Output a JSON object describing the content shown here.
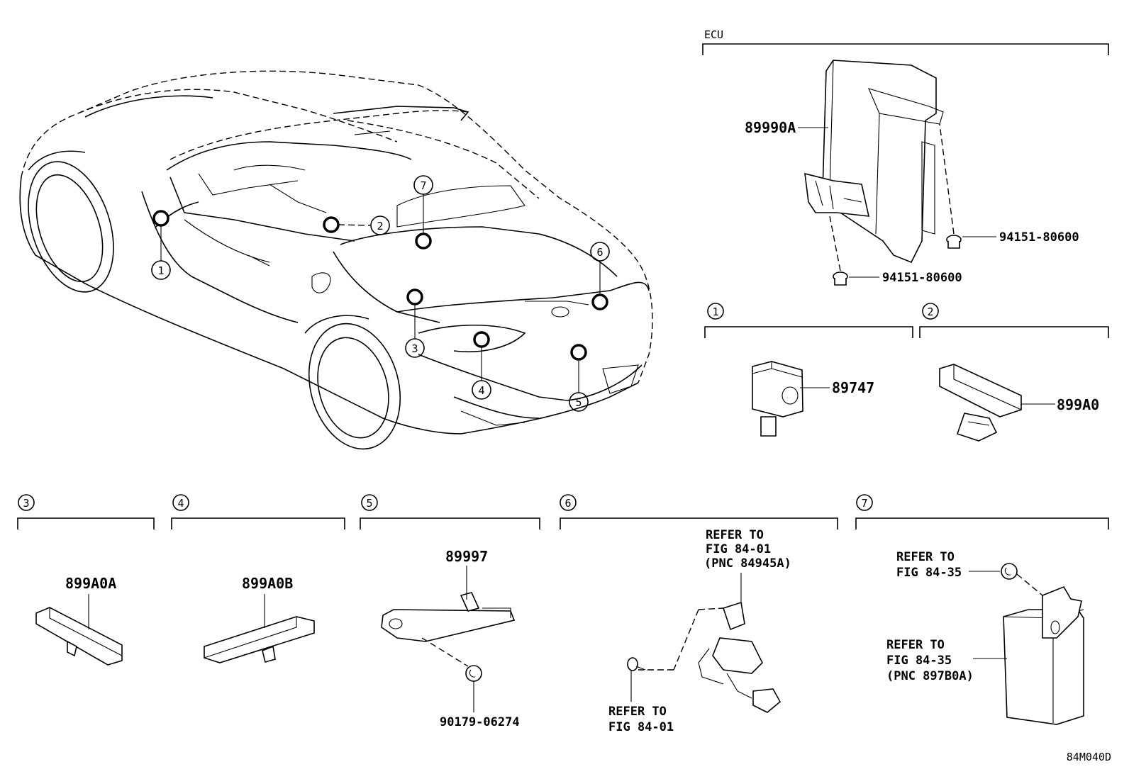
{
  "figure_code": "84M040D",
  "ecu": {
    "label": "ECU",
    "part_main": "89990A",
    "part_nut_1": "94151-80600",
    "part_nut_2": "94151-80600"
  },
  "callouts": [
    "1",
    "2",
    "3",
    "4",
    "5",
    "6",
    "7"
  ],
  "sections": {
    "s1": {
      "num": "1",
      "part": "89747"
    },
    "s2": {
      "num": "2",
      "part": "899A0"
    },
    "s3": {
      "num": "3",
      "part": "899A0A"
    },
    "s4": {
      "num": "4",
      "part": "899A0B"
    },
    "s5": {
      "num": "5",
      "part": "89997",
      "part_clip": "90179-06274"
    },
    "s6": {
      "num": "6",
      "ref_top": [
        "REFER TO",
        "FIG 84-01",
        "(PNC 84945A)"
      ],
      "ref_bottom": [
        "REFER TO",
        "FIG 84-01"
      ]
    },
    "s7": {
      "num": "7",
      "ref_top": [
        "REFER TO",
        "FIG 84-35"
      ],
      "ref_bottom": [
        "REFER TO",
        "FIG 84-35",
        "(PNC 897B0A)"
      ]
    }
  }
}
